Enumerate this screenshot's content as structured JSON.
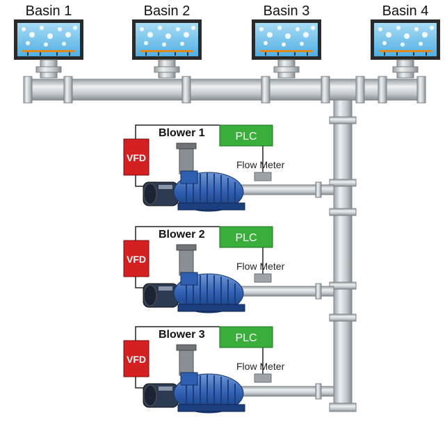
{
  "basins": [
    {
      "label": "Basin 1"
    },
    {
      "label": "Basin 2"
    },
    {
      "label": "Basin 3"
    },
    {
      "label": "Basin 4"
    }
  ],
  "blowers": [
    {
      "label": "Blower 1",
      "plc": "PLC",
      "vfd": "VFD",
      "meter": "Flow Meter"
    },
    {
      "label": "Blower 2",
      "plc": "PLC",
      "vfd": "VFD",
      "meter": "Flow Meter"
    },
    {
      "label": "Blower 3",
      "plc": "PLC",
      "vfd": "VFD",
      "meter": "Flow Meter"
    }
  ],
  "colors": {
    "pipe": "#cfd3d6",
    "pipe_edge": "#8e9499",
    "plc": "#3aae3a",
    "vfd": "#d42020",
    "blower": "#2f5fb0",
    "water": "#6fc3ec",
    "diffuser": "#e08a1e"
  }
}
